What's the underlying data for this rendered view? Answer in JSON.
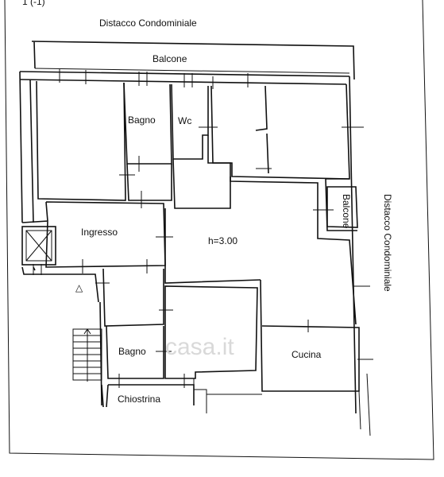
{
  "header_scribble": "1 (-1)",
  "labels": {
    "top_border": "Distacco Condominiale",
    "right_border": "Distacco Condominiale",
    "balcone_top": "Balcone",
    "balcone_side": "Balcone",
    "bagno_top": "Bagno",
    "wc": "Wc",
    "ingresso": "Ingresso",
    "height": "h=3.00",
    "bagno_bottom": "Bagno",
    "cucina": "Cucina",
    "chiostrina": "Chiostrina"
  },
  "watermark": "casa.it"
}
